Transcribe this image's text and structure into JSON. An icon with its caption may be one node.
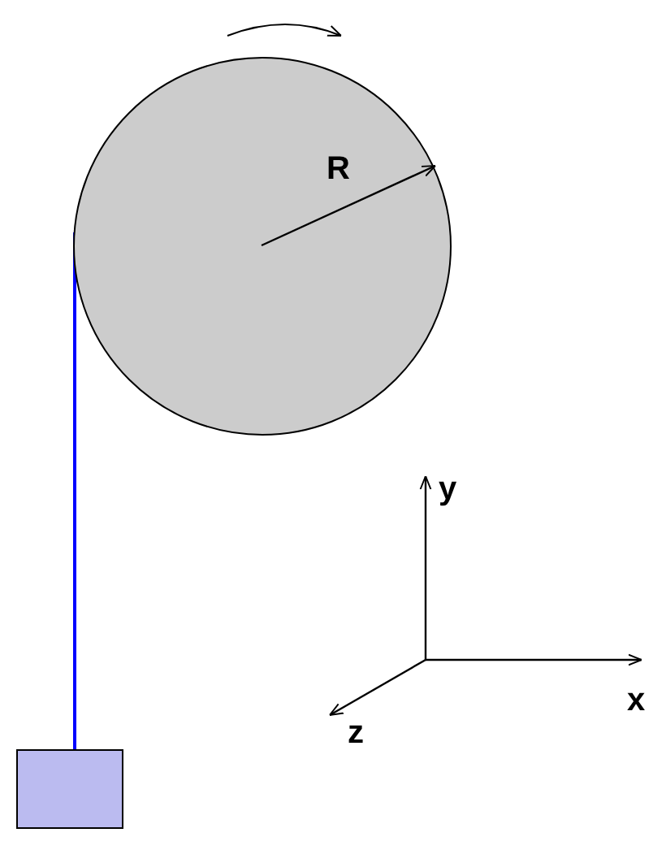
{
  "diagram": {
    "nodes": [
      {
        "text": [],
        "shape": "circle"
      },
      {
        "text": [],
        "shape": "box"
      }
    ],
    "edges": [
      {
        "from": 0,
        "to": 1,
        "arrow": "none",
        "color": "#0000ff"
      }
    ],
    "labels": [
      "R",
      "y",
      "x",
      "z"
    ]
  }
}
